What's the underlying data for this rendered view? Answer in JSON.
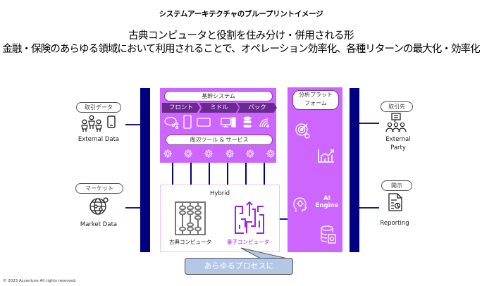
{
  "header": {
    "title": "システムアーキテクチャのブループリントイメージ",
    "subtitle_line1": "古典コンピュータと役割を住み分け・併用される形",
    "subtitle_line2": "金融・保険のあらゆる領域において利用されることで、オペレーション効率化、各種リターンの最大化・効率化"
  },
  "left": {
    "top": {
      "pill": "取引データ",
      "label": "External Data",
      "icons": [
        "people-group-icon",
        "smartphone-icon"
      ]
    },
    "bottom": {
      "pill": "マーケット",
      "label": "Market Data",
      "icons": [
        "globe-network-icon"
      ]
    }
  },
  "core": {
    "pill": "基幹システム",
    "stages": [
      "フロント",
      "ミドル",
      "バック"
    ],
    "channel_icons": [
      "chat-share-icon",
      "smartphone-icon",
      "tablet-icon",
      "desktop-icon",
      "database-icon",
      "wireless-icon"
    ],
    "services_pill": "周辺ツール & サービス",
    "gear_count": 6
  },
  "hybrid": {
    "title": "Hybrid",
    "classical_label": "古典コンピュータ",
    "quantum_label": "量子コンピュータ"
  },
  "analytics": {
    "pill_line1": "分析プラット",
    "pill_line2": "フォーム",
    "ai_label_line1": "AI",
    "ai_label_line2": "Engine",
    "icons": [
      "target-gear-icon",
      "bar-chart-growth-icon",
      "brain-head-icon",
      "database-document-icon"
    ]
  },
  "right": {
    "top": {
      "pill": "取引先",
      "label_line1": "External",
      "label_line2": "Party"
    },
    "bottom": {
      "pill": "開示",
      "label": "Reporting"
    }
  },
  "callout": {
    "text": "あらゆるプロセスに"
  },
  "footer": {
    "copyright": "© 2023 Accenture  All rights reserved."
  },
  "colors": {
    "navy": "#000080",
    "purple": "#cc66ff",
    "dark_purple": "#6a2a90",
    "callout": "#b4c7e7",
    "quantum": "#a020f0"
  }
}
